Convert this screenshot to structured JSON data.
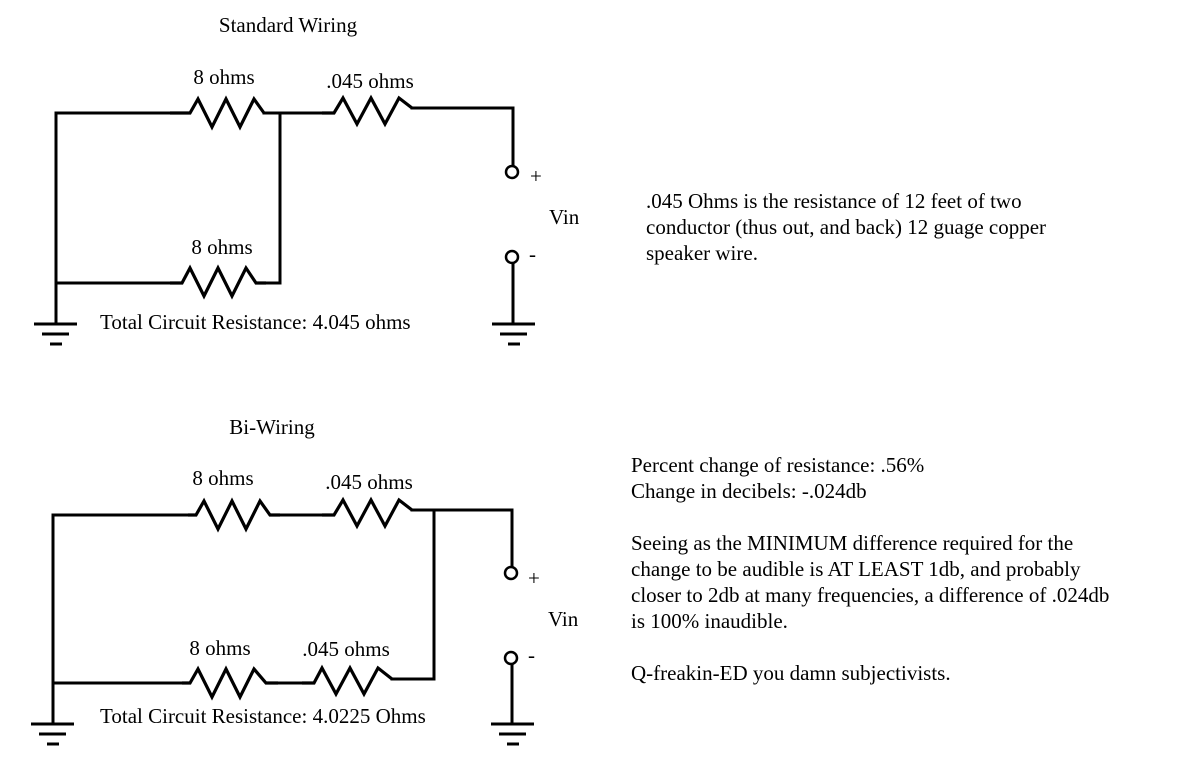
{
  "diagrams": {
    "standard": {
      "title": "Standard Wiring",
      "top_resistor_label": "8 ohms",
      "wire_resistor_label": ".045 ohms",
      "bottom_resistor_label": "8 ohms",
      "plus_label": "+",
      "minus_label": "-",
      "source_label": "Vin",
      "total": "Total Circuit Resistance: 4.045 ohms"
    },
    "biwiring": {
      "title": "Bi-Wiring",
      "top_resistor_label": "8 ohms",
      "top_wire_resistor_label": ".045 ohms",
      "bottom_resistor_label": "8 ohms",
      "bottom_wire_resistor_label": ".045 ohms",
      "plus_label": "+",
      "minus_label": "-",
      "source_label": "Vin",
      "total": "Total Circuit Resistance: 4.0225 Ohms"
    }
  },
  "notes": {
    "wire_note_lines": [
      ".045 Ohms is the resistance of 12 feet of two",
      "conductor (thus out, and back) 12 guage copper",
      "speaker wire."
    ],
    "percent_change": "Percent change of resistance: .56%",
    "decibel_change": "Change in decibels: -.024db",
    "argument_lines": [
      "Seeing as the MINIMUM difference required for the",
      "change to be audible is AT LEAST 1db, and probably",
      "closer to 2db at many frequencies, a difference of .024db",
      "is 100% inaudible."
    ],
    "conclusion": "Q-freakin-ED you damn subjectivists."
  }
}
